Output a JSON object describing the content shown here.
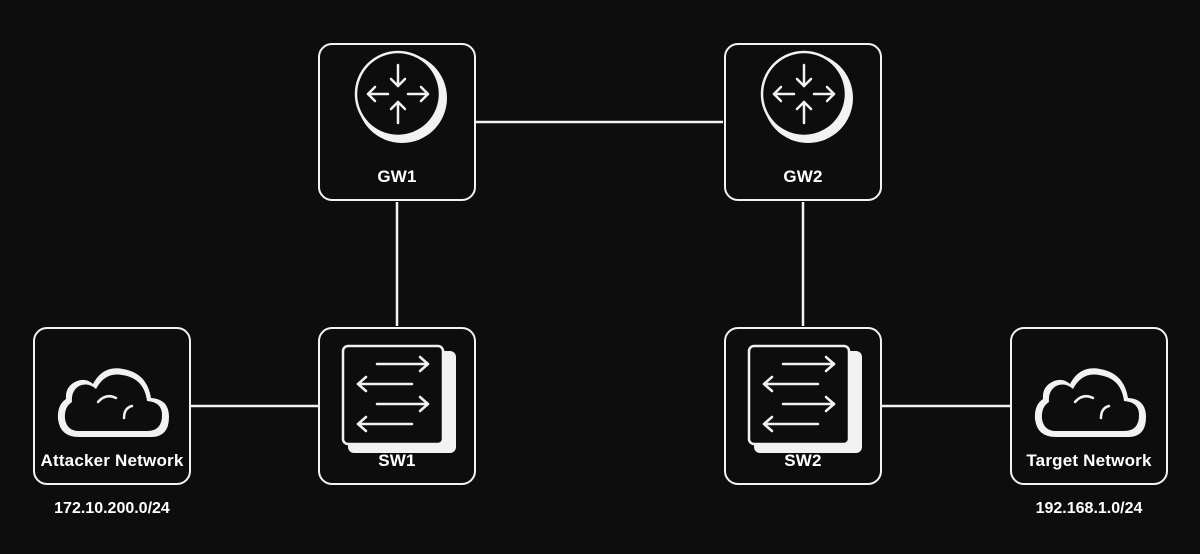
{
  "nodes": {
    "gw1": {
      "label": "GW1",
      "icon": "router-icon"
    },
    "gw2": {
      "label": "GW2",
      "icon": "router-icon"
    },
    "sw1": {
      "label": "SW1",
      "icon": "switch-icon"
    },
    "sw2": {
      "label": "SW2",
      "icon": "switch-icon"
    },
    "attacker": {
      "label": "Attacker Network",
      "icon": "cloud-icon",
      "subnet": "172.10.200.0/24"
    },
    "target": {
      "label": "Target Network",
      "icon": "cloud-icon",
      "subnet": "192.168.1.0/24"
    }
  },
  "links": [
    [
      "gw1",
      "gw2"
    ],
    [
      "gw1",
      "sw1"
    ],
    [
      "gw2",
      "sw2"
    ],
    [
      "attacker",
      "sw1"
    ],
    [
      "sw2",
      "target"
    ]
  ],
  "colors": {
    "background": "#0d0d0d",
    "stroke": "#f2f2f2"
  }
}
